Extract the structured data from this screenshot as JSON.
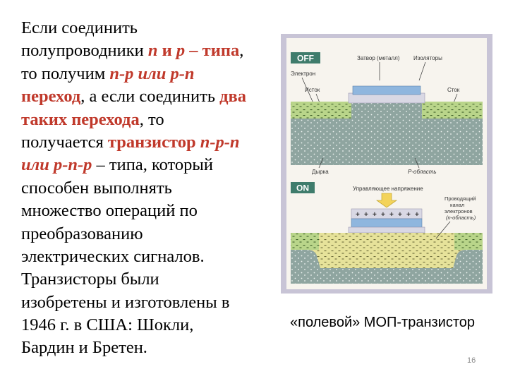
{
  "slide": {
    "text_lines": [
      [
        {
          "t": "Если соединить",
          "s": "n"
        }
      ],
      [
        {
          "t": "полупроводники ",
          "s": "n"
        },
        {
          "t": "n",
          "s": "hi"
        },
        {
          "t": " и ",
          "s": "hl"
        },
        {
          "t": "p",
          "s": "hi"
        },
        {
          "t": " – типа",
          "s": "hl"
        },
        {
          "t": ",",
          "s": "n"
        }
      ],
      [
        {
          "t": "то получим ",
          "s": "n"
        },
        {
          "t": "n-p или p-n",
          "s": "hi"
        }
      ],
      [
        {
          "t": "переход",
          "s": "hl"
        },
        {
          "t": ", а если соединить ",
          "s": "n"
        },
        {
          "t": "два",
          "s": "hl"
        }
      ],
      [
        {
          "t": "таких перехода",
          "s": "hl"
        },
        {
          "t": ", то",
          "s": "n"
        }
      ],
      [
        {
          "t": "получается ",
          "s": "n"
        },
        {
          "t": "транзистор ",
          "s": "hl"
        },
        {
          "t": "n-p-n",
          "s": "hi"
        }
      ],
      [
        {
          "t": "или p-n-p",
          "s": "hi"
        },
        {
          "t": " – типа, который",
          "s": "n"
        }
      ],
      [
        {
          "t": "способен выполнять",
          "s": "n"
        }
      ],
      [
        {
          "t": "множество операций по",
          "s": "n"
        }
      ],
      [
        {
          "t": "преобразованию",
          "s": "n"
        }
      ],
      [
        {
          "t": "электрических сигналов.",
          "s": "n"
        }
      ],
      [
        {
          "t": "Транзисторы были",
          "s": "n"
        }
      ],
      [
        {
          "t": "изобретены и изготовлены в",
          "s": "n"
        }
      ],
      [
        {
          "t": "1946 г. в США: Шокли,",
          "s": "n"
        }
      ],
      [
        {
          "t": "Бардин и Бретен.",
          "s": "n"
        }
      ]
    ],
    "caption": "«полевой» МОП-транзистор",
    "page_number": "16"
  },
  "diagram": {
    "off_label": "OFF",
    "on_label": "ON",
    "gate_label": "Затвор (металл)",
    "insulator_label": "Изоляторы",
    "electron_label": "Электрон",
    "source_label": "Исток",
    "drain_label": "Сток",
    "hole_label": "Дырка",
    "p_region_label": "P-область",
    "control_voltage_label": "Управляющее напряжение",
    "channel_label_1": "Проводящий",
    "channel_label_2": "канал",
    "channel_label_3": "электронов",
    "channel_label_4": "(n-область)",
    "colors": {
      "frame": "#c8c4d6",
      "label_bg": "#3f7c6c",
      "n_region": "#b9d58a",
      "p_region": "#8fa5a0",
      "gate": "#8fb6de",
      "insulator": "#d9d8e4",
      "channel": "#e6e29a",
      "arrow": "#f3d35a"
    }
  }
}
